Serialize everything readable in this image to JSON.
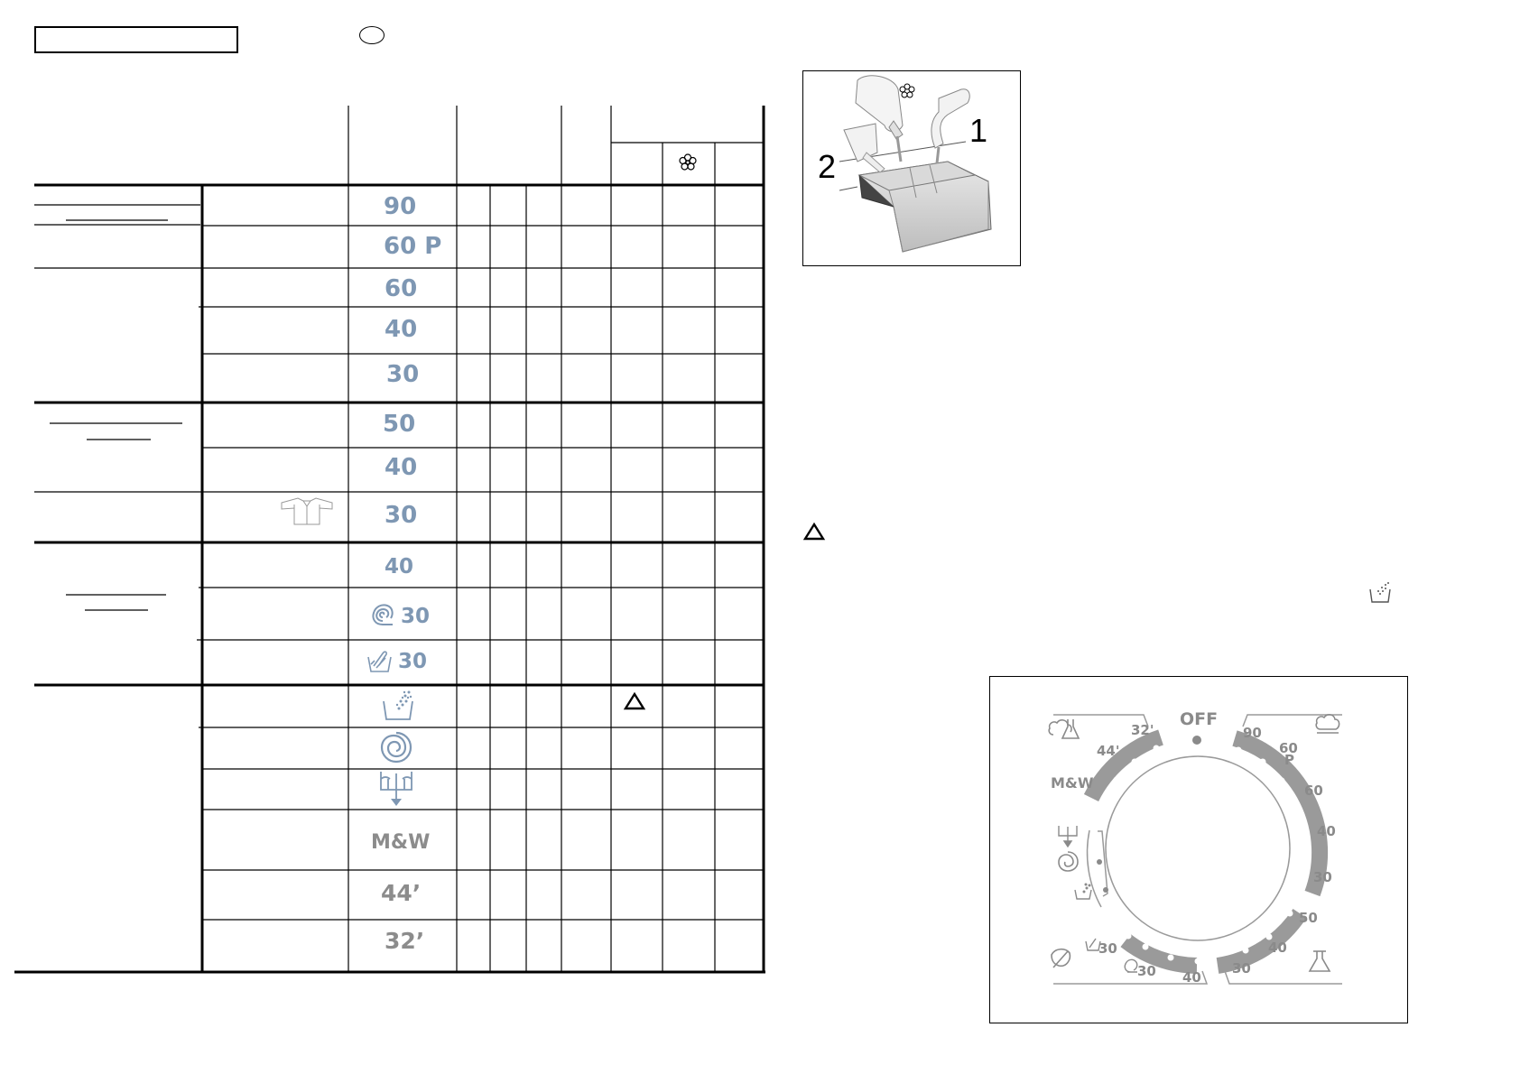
{
  "program_table": {
    "rows": [
      {
        "label": "90",
        "kind": "temp"
      },
      {
        "label": "60 P",
        "kind": "temp"
      },
      {
        "label": "60",
        "kind": "temp"
      },
      {
        "label": "40",
        "kind": "temp"
      },
      {
        "label": "30",
        "kind": "temp"
      },
      {
        "label": "50",
        "kind": "temp"
      },
      {
        "label": "40",
        "kind": "temp"
      },
      {
        "label": "30",
        "kind": "temp"
      },
      {
        "label": "40",
        "kind": "temp"
      },
      {
        "label": "30",
        "kind": "temp",
        "icon": "wool-icon"
      },
      {
        "label": "30",
        "kind": "temp",
        "icon": "hand-wash-icon"
      },
      {
        "label": "",
        "kind": "icon",
        "icon": "rinse-icon"
      },
      {
        "label": "",
        "kind": "icon",
        "icon": "spin-icon"
      },
      {
        "label": "",
        "kind": "icon",
        "icon": "drain-icon"
      },
      {
        "label": "M&W",
        "kind": "gray"
      },
      {
        "label": "44’",
        "kind": "gray"
      },
      {
        "label": "32’",
        "kind": "gray"
      }
    ],
    "header_icon": "softener-flower-icon",
    "warning_icon": "warning-triangle-icon"
  },
  "detergent_figure": {
    "label_1": "1",
    "label_2": "2",
    "icon": "softener-flower-icon"
  },
  "side_icons": {
    "warning": "warning-triangle-icon",
    "rinse": "rinse-icon"
  },
  "dial": {
    "off": "OFF",
    "labels": {
      "t90": "90",
      "t60": "60",
      "p": "P",
      "t60b": "60",
      "t40": "40",
      "t30": "30",
      "t50": "50",
      "t40b": "40",
      "t30b": "30",
      "t40c": "40",
      "t30c": "30",
      "t30d": "30",
      "mw": "M&W",
      "m44": "44'",
      "m32": "32'"
    }
  }
}
